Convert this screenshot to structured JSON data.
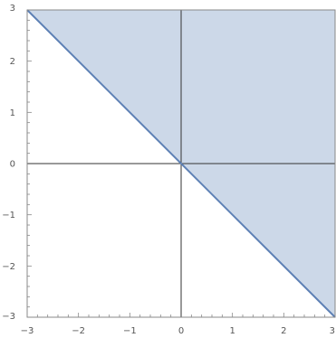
{
  "chart_data": {
    "type": "area",
    "title": "",
    "xlabel": "",
    "ylabel": "",
    "xlim": [
      -3,
      3
    ],
    "ylim": [
      -3,
      3
    ],
    "grid": false,
    "region": {
      "description": "y >= -x",
      "vertices": [
        [
          -3,
          3
        ],
        [
          3,
          3
        ],
        [
          3,
          -3
        ]
      ],
      "boundary_line": [
        [
          -3,
          3
        ],
        [
          3,
          -3
        ]
      ]
    },
    "x_ticks": [
      {
        "value": -3,
        "label": "−3"
      },
      {
        "value": -2,
        "label": "−2"
      },
      {
        "value": -1,
        "label": "−1"
      },
      {
        "value": 0,
        "label": "0"
      },
      {
        "value": 1,
        "label": "1"
      },
      {
        "value": 2,
        "label": "2"
      },
      {
        "value": 3,
        "label": "3"
      }
    ],
    "y_ticks": [
      {
        "value": 3,
        "label": "3"
      },
      {
        "value": 2,
        "label": "2"
      },
      {
        "value": 1,
        "label": "1"
      },
      {
        "value": 0,
        "label": "0"
      },
      {
        "value": -1,
        "label": "−1"
      },
      {
        "value": -2,
        "label": "−2"
      },
      {
        "value": -3,
        "label": "−3"
      }
    ],
    "colors": {
      "fill": "#ccd8e8",
      "boundary": "#5e81b5",
      "axis": "#333333",
      "frame": "#888888"
    }
  }
}
